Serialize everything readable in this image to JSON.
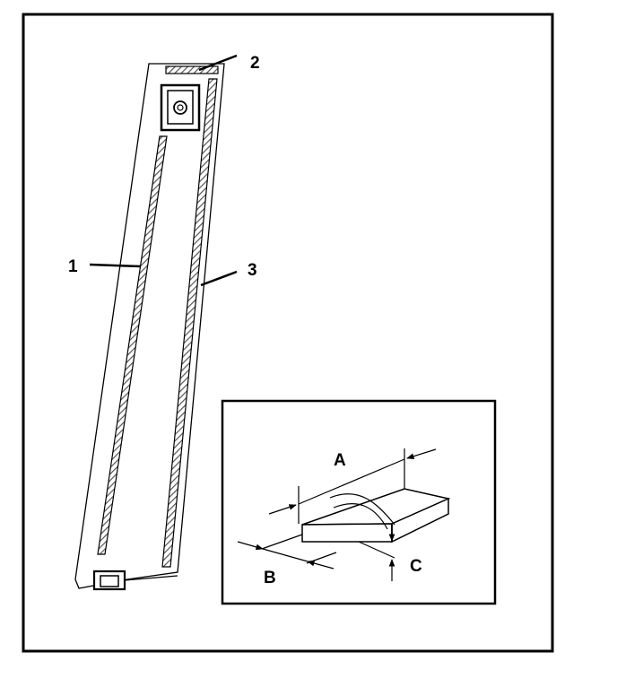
{
  "callouts": {
    "one": "1",
    "two": "2",
    "three": "3"
  },
  "inset": {
    "dim_a": "A",
    "dim_b": "B",
    "dim_c": "C"
  },
  "colors": {
    "ink": "#000000",
    "paper": "#ffffff",
    "hatch": "#7a7a7a"
  }
}
